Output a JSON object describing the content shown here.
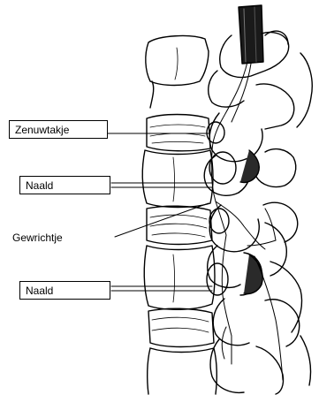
{
  "labels": {
    "nerve_branch": "Zenuwtakje",
    "needle_top": "Naald",
    "joint": "Gewrichtje",
    "needle_bottom": "Naald"
  }
}
